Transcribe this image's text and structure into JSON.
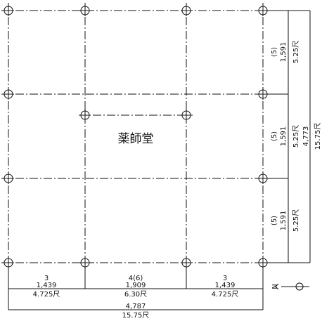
{
  "title": "薬師堂",
  "bottom_dimensions": [
    {
      "count": "3",
      "meters": "1,439",
      "shaku": "4.725尺"
    },
    {
      "count": "4(6)",
      "meters": "1,909",
      "shaku": "6.30尺"
    },
    {
      "count": "3",
      "meters": "1,439",
      "shaku": "4.725尺"
    }
  ],
  "bottom_total": {
    "meters": "4,787",
    "shaku": "15.75尺"
  },
  "right_dimensions": [
    {
      "count": "(5)",
      "meters": "1,591",
      "shaku": "5.25尺"
    },
    {
      "count": "(5)",
      "meters": "1,591",
      "shaku": "5.25尺"
    },
    {
      "count": "(5)",
      "meters": "1,591",
      "shaku": "5.25尺"
    }
  ],
  "right_total": {
    "meters": "4,773",
    "shaku": "15.75尺"
  },
  "north_arrow_label": "N"
}
